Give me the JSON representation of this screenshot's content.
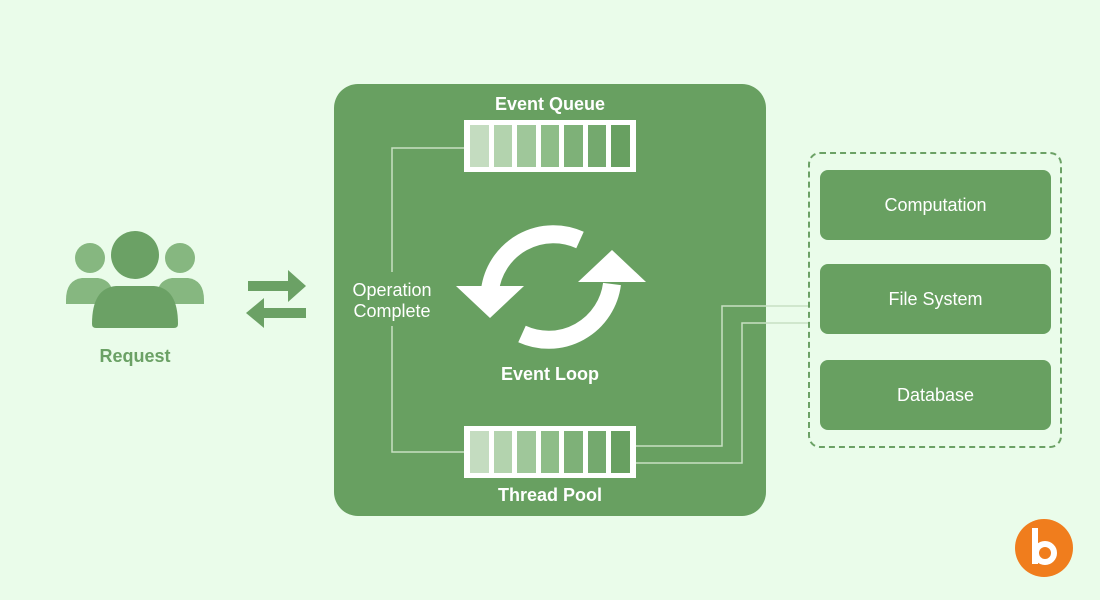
{
  "request": {
    "label": "Request",
    "icon": "users-group-icon",
    "exchange_icon": "swap-arrows-icon"
  },
  "event_loop_box": {
    "event_queue_label": "Event Queue",
    "thread_pool_label": "Thread Pool",
    "operation_complete_line1": "Operation",
    "operation_complete_line2": "Complete",
    "event_loop_label": "Event Loop",
    "loop_icon": "refresh-cycle-icon"
  },
  "queue_cells": [
    "#c4dcc0",
    "#b3d3ae",
    "#9fc79a",
    "#8ebd88",
    "#7eb178",
    "#74a96e",
    "#68a061"
  ],
  "workers": [
    {
      "label": "Computation"
    },
    {
      "label": "File System"
    },
    {
      "label": "Database"
    }
  ],
  "colors": {
    "background": "#eafcea",
    "primary_green": "#68a061",
    "light_green": "#6ba165",
    "logo_orange": "#f07d1d"
  },
  "logo": {
    "icon": "brand-b-logo-icon"
  }
}
